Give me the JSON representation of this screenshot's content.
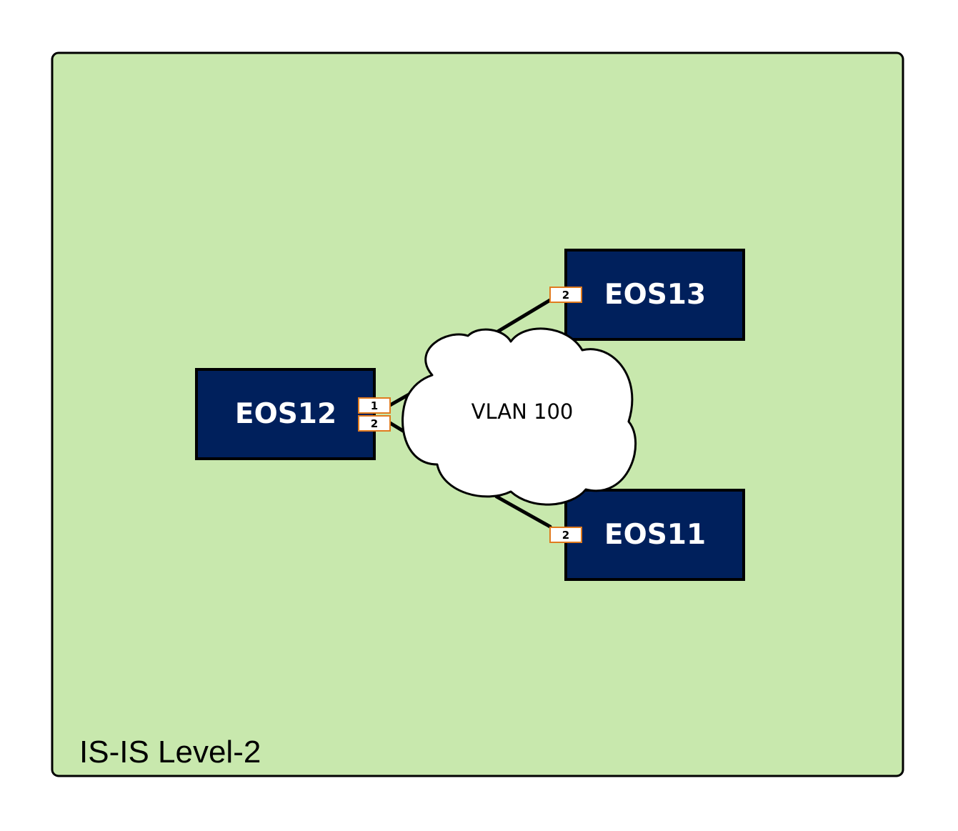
{
  "area": {
    "label": "IS-IS Level-2",
    "fill": "#c8e8ad",
    "border": "#000000"
  },
  "colors": {
    "node_fill": "#00205c",
    "port_border": "#e07b1f",
    "link": "#000000",
    "cloud_fill": "#ffffff"
  },
  "cloud": {
    "label": "VLAN 100",
    "icon": "cloud-icon"
  },
  "nodes": {
    "eos12": {
      "label": "EOS12",
      "ports": [
        "1",
        "2"
      ]
    },
    "eos13": {
      "label": "EOS13",
      "ports": [
        "2"
      ]
    },
    "eos11": {
      "label": "EOS11",
      "ports": [
        "2"
      ]
    }
  }
}
